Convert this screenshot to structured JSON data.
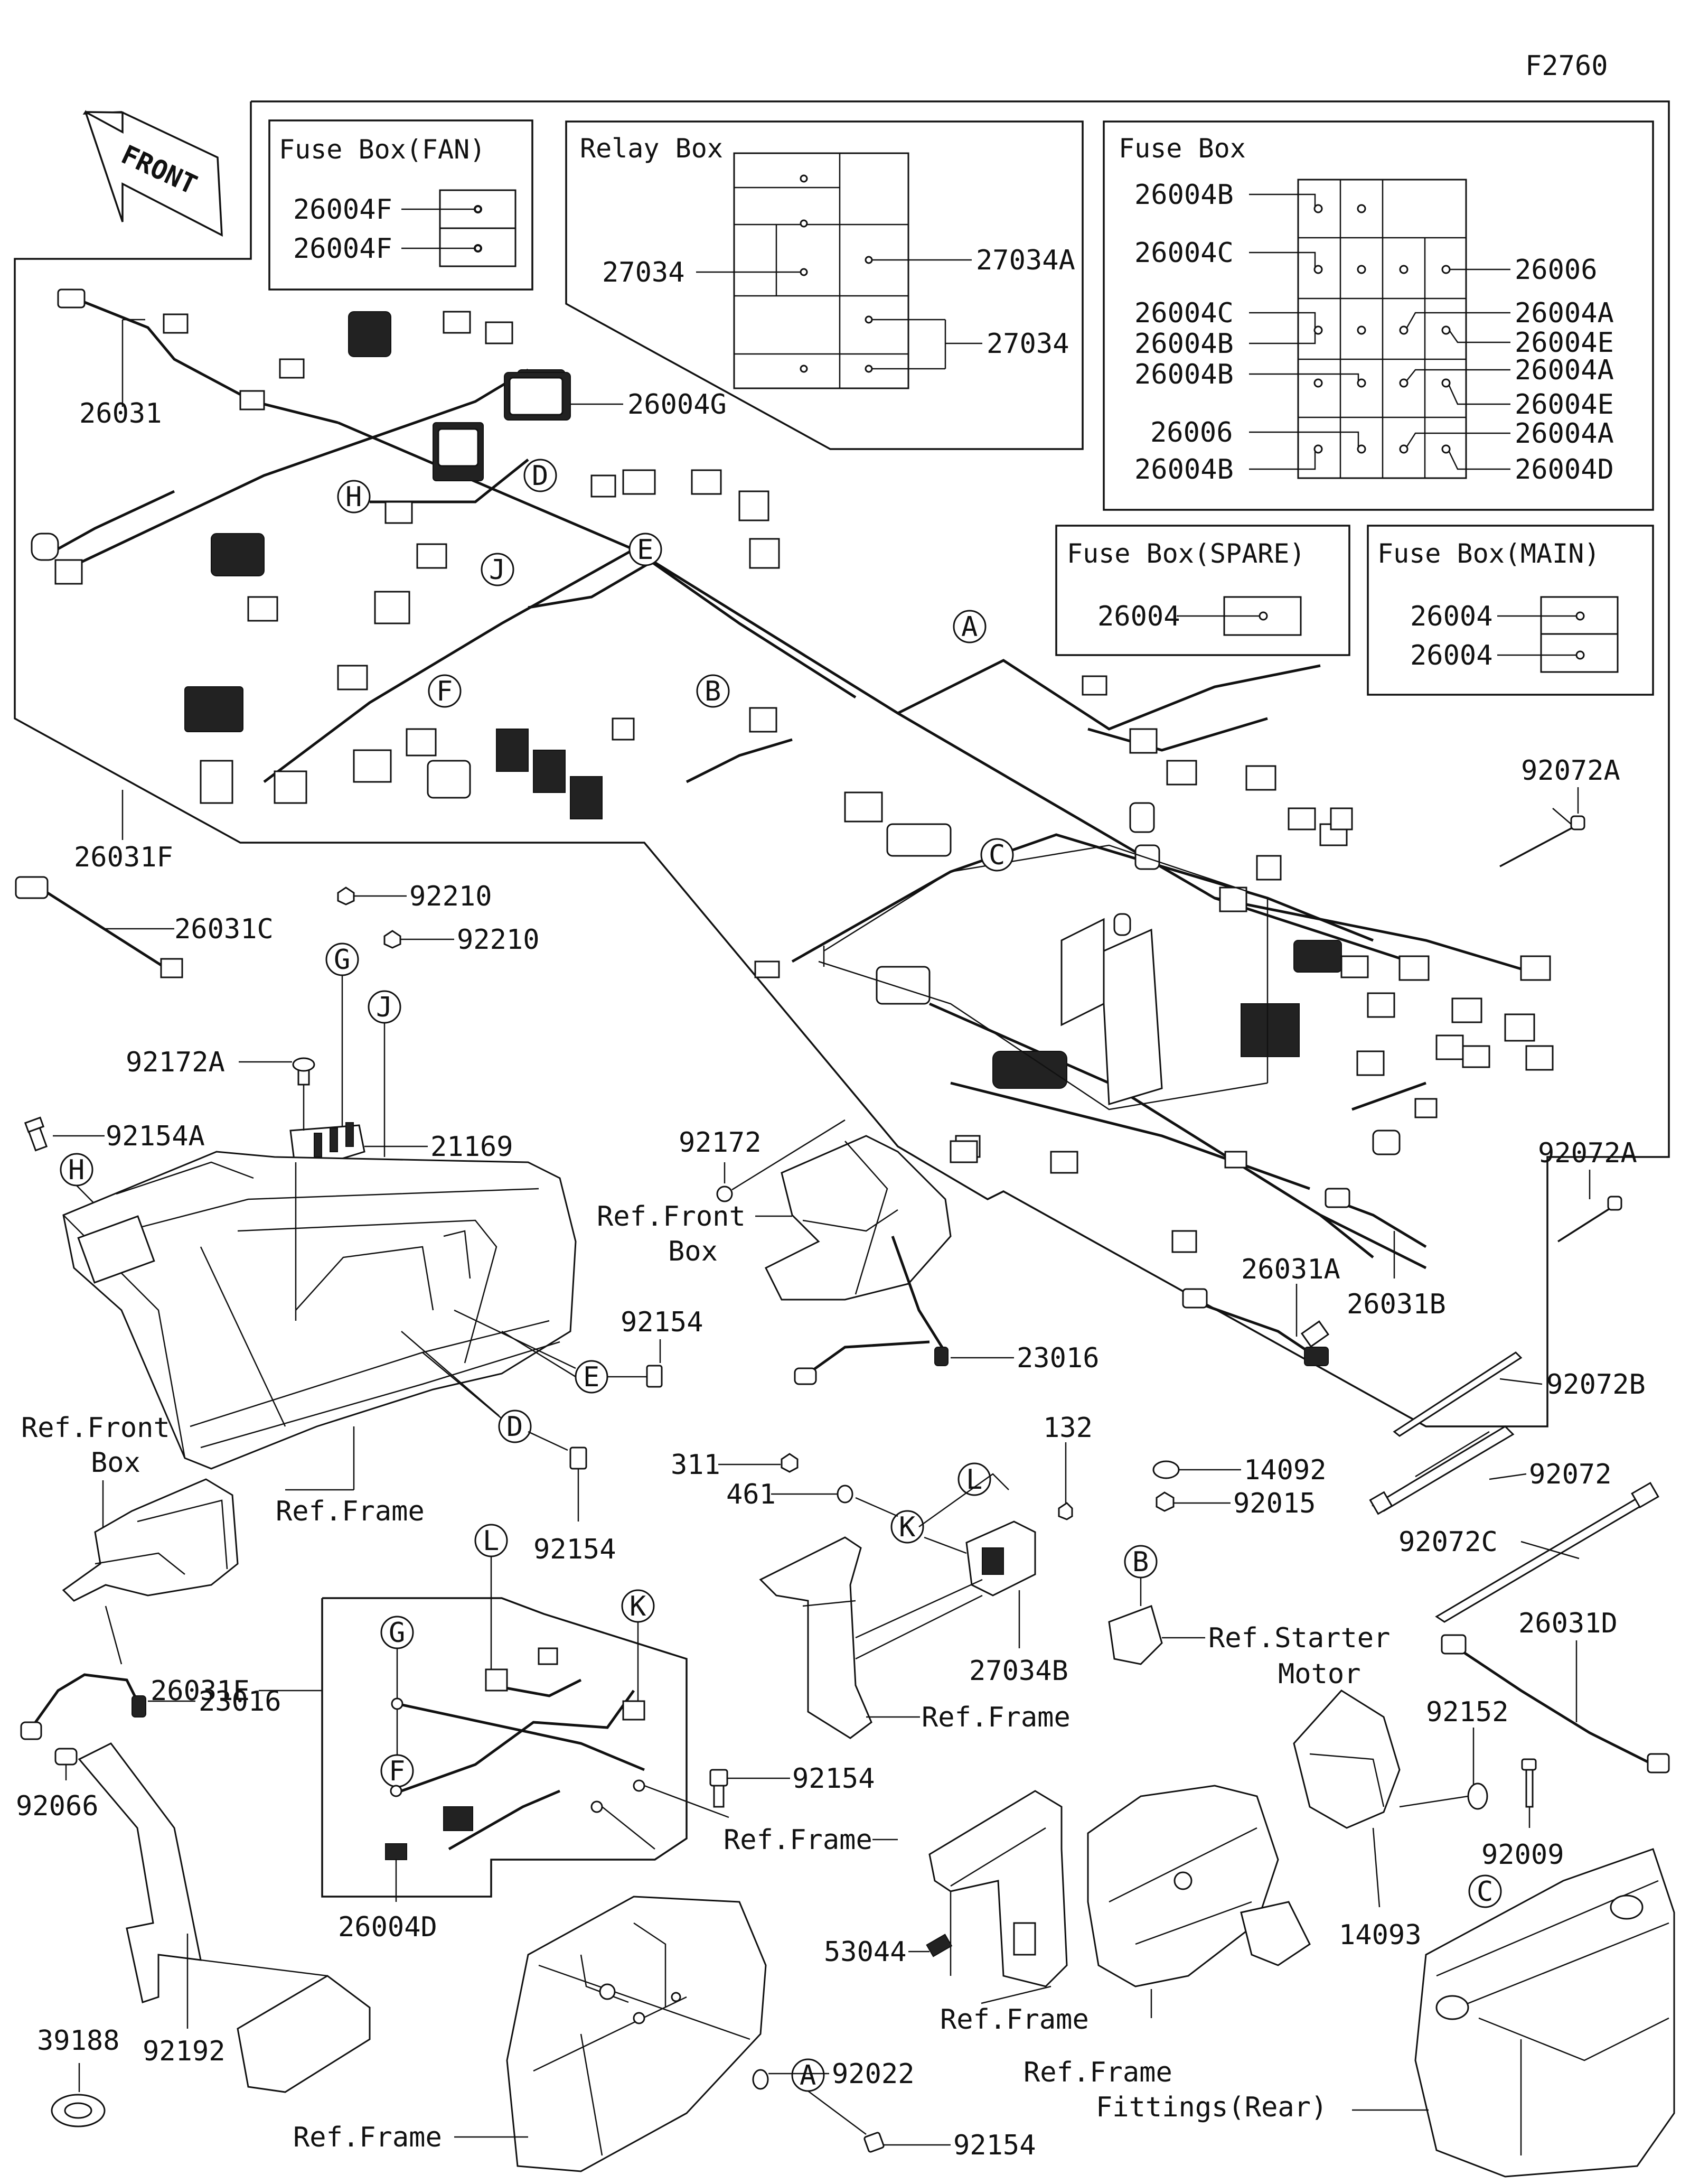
{
  "figure_code": "F2760",
  "front_arrow_label": "FRONT",
  "fuse_box_fan": {
    "title": "Fuse Box(FAN)",
    "items": [
      "26004F",
      "26004F"
    ]
  },
  "relay_box": {
    "title": "Relay Box",
    "left_label": "27034",
    "right_labels": [
      "27034A",
      "27034"
    ]
  },
  "fuse_box": {
    "title": "Fuse Box",
    "left_labels": [
      "26004B",
      "26004C",
      "26004C",
      "26004B",
      "26004B",
      "26006",
      "26004B"
    ],
    "right_labels": [
      "26006",
      "26004A",
      "26004E",
      "26004A",
      "26004E",
      "26004A",
      "26004D"
    ]
  },
  "fuse_box_spare": {
    "title": "Fuse Box(SPARE)",
    "items": [
      "26004"
    ]
  },
  "fuse_box_main": {
    "title": "Fuse Box(MAIN)",
    "items": [
      "26004",
      "26004"
    ]
  },
  "callouts": {
    "A": "A",
    "B": "B",
    "C": "C",
    "D": "D",
    "E": "E",
    "F": "F",
    "G": "G",
    "H": "H",
    "J": "J",
    "K": "K",
    "L": "L"
  },
  "parts": {
    "p26031": "26031",
    "p26004G": "26004G",
    "p26031F": "26031F",
    "p26031C": "26031C",
    "p92210a": "92210",
    "p92210b": "92210",
    "p92172A": "92172A",
    "p92154A": "92154A",
    "p21169": "21169",
    "p92172": "92172",
    "p92072A_a": "92072A",
    "p92072A_b": "92072A",
    "p26031A": "26031A",
    "p26031B": "26031B",
    "p23016_a": "23016",
    "p92154_a": "92154",
    "p92154_b": "92154",
    "p92072B": "92072B",
    "p92072": "92072",
    "p92072C": "92072C",
    "p311": "311",
    "p461": "461",
    "p132": "132",
    "p14092": "14092",
    "p92015": "92015",
    "p27034B": "27034B",
    "p26031D": "26031D",
    "p23016_b": "23016",
    "p26031E": "26031E",
    "p92066": "92066",
    "p26004D": "26004D",
    "p92154_c": "92154",
    "p92152": "92152",
    "p92009": "92009",
    "p53044": "53044",
    "p14093": "14093",
    "p39188": "39188",
    "p92192": "92192",
    "p92022": "92022",
    "p92154_d": "92154"
  },
  "refs": {
    "front_box_1_line1": "Ref.Front",
    "front_box_1_line2": "Box",
    "front_box_2_line1": "Ref.Front",
    "front_box_2_line2": "Box",
    "frame_1": "Ref.Frame",
    "frame_2": "Ref.Frame",
    "frame_3": "Ref.Frame",
    "frame_4": "Ref.Frame",
    "frame_5": "Ref.Frame",
    "starter_line1": "Ref.Starter",
    "starter_line2": "Motor",
    "fittings_line1": "Ref.Frame",
    "fittings_line2": "Fittings(Rear)"
  }
}
